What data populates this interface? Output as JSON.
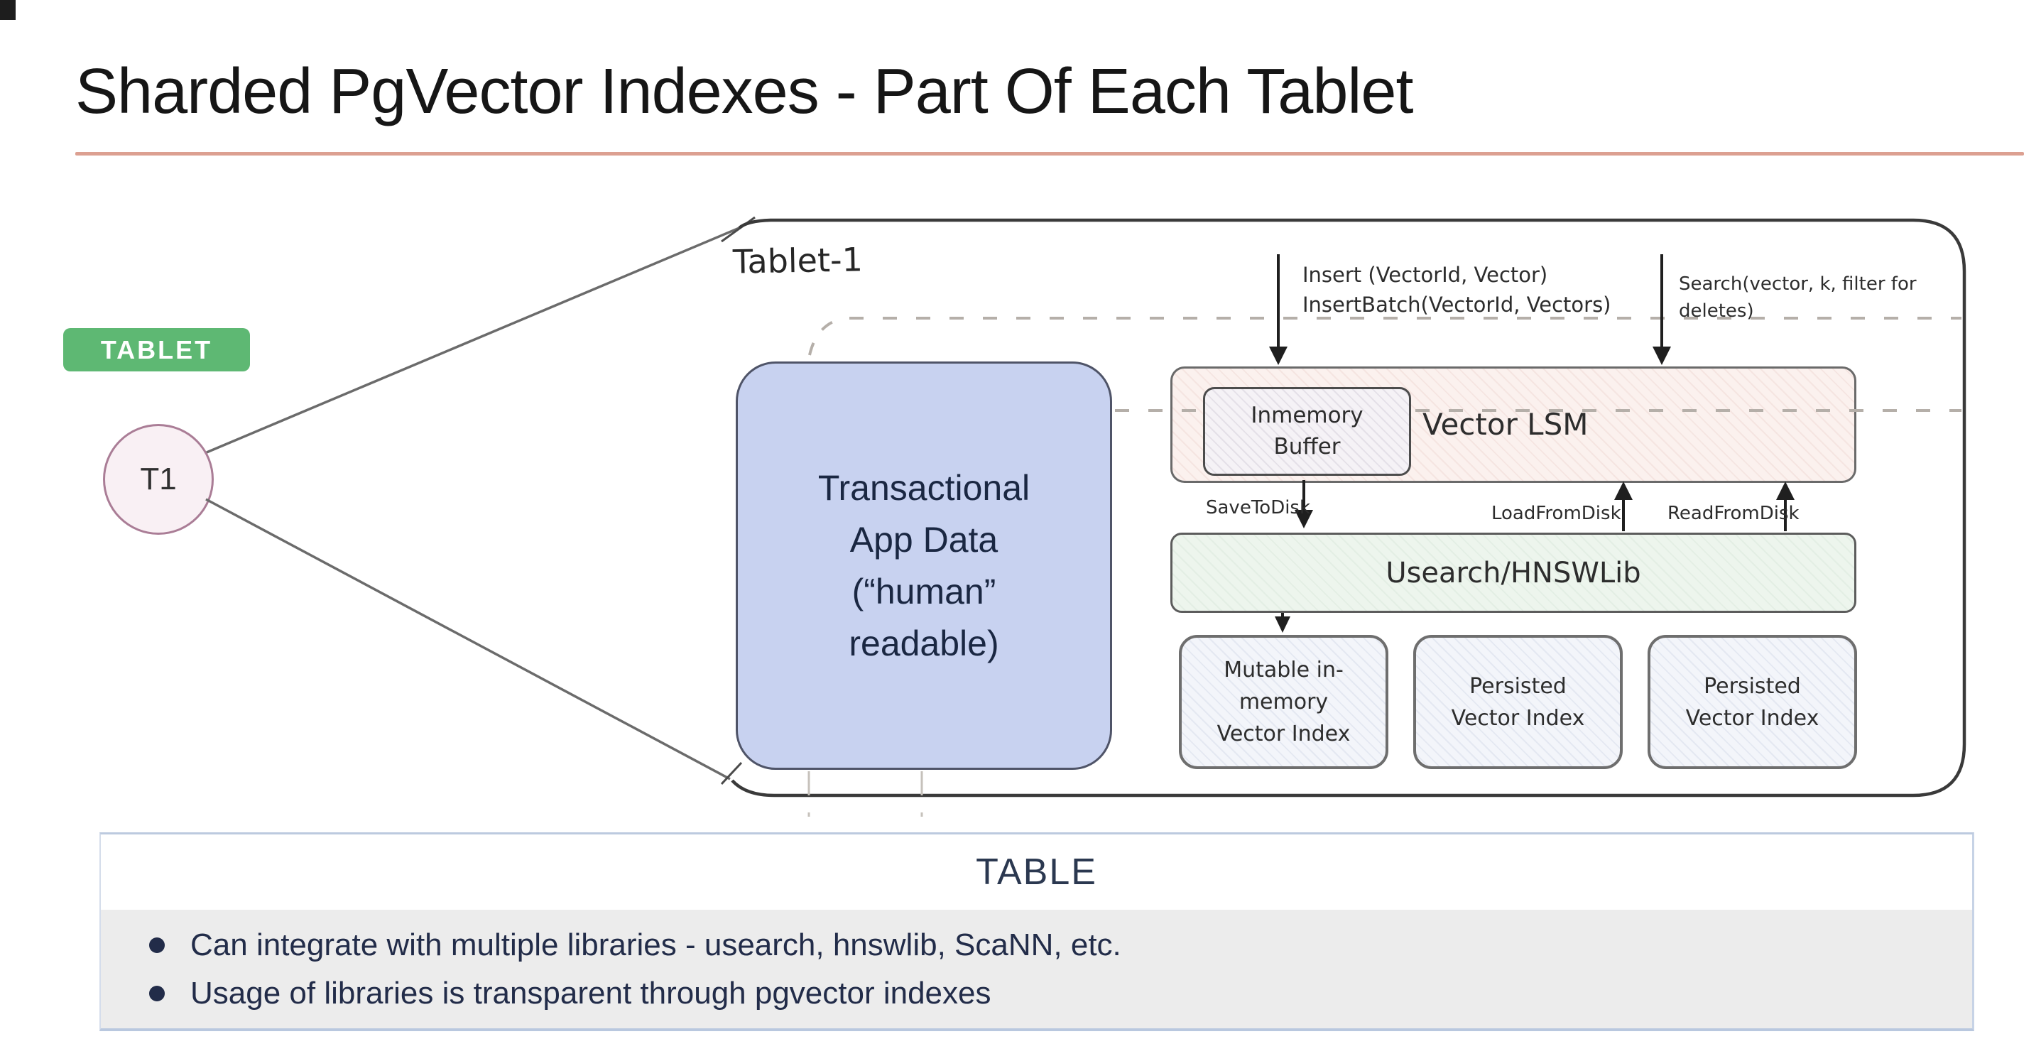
{
  "title": {
    "text": "Sharded PgVector Indexes - Part Of Each Tablet"
  },
  "legend": {
    "badge": "TABLET",
    "node": "T1"
  },
  "tablet": {
    "name": "Tablet-1",
    "app_data": "Transactional\nApp Data\n(“human”\nreadable)",
    "insert_call": "Insert (VectorId, Vector)\nInsertBatch(VectorId, Vectors)",
    "search_call": "Search(vector, k, filter for\ndeletes)",
    "vector_lsm_label": "Vector LSM",
    "inmemory_buffer": "Inmemory\nBuffer",
    "save_edge": "SaveToDisk",
    "load_edge": "LoadFromDisk",
    "read_edge": "ReadFromDisk",
    "library": "Usearch/HNSWLib",
    "index_1": "Mutable in-\nmemory\nVector Index",
    "index_2": "Persisted\nVector Index",
    "index_3": "Persisted\nVector Index"
  },
  "table_panel": {
    "header": "TABLE",
    "bullets": [
      "Can integrate with multiple libraries - usearch, hnswlib, ScaNN, etc.",
      "Usage of libraries is transparent through pgvector indexes"
    ]
  },
  "colors": {
    "title_underline": "#dca091",
    "badge_green": "#5eb873",
    "node_fill": "#f9f0f4",
    "node_border": "#aa7d96",
    "app_data_fill": "#c8d2f0",
    "vector_lsm_fill": "#fbf1ee",
    "library_fill": "#edf5ed",
    "index_fill": "#f3f5fa",
    "navy_text": "#222c49",
    "panel_gray": "#ececec",
    "panel_border": "#bccadf"
  }
}
